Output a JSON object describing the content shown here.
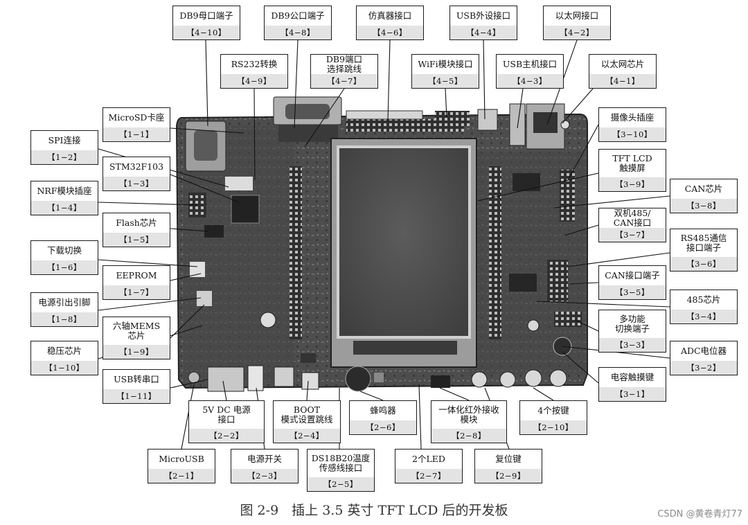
{
  "figure": {
    "caption": "图 2-9　插上 3.5 英寸 TFT LCD 后的开发板",
    "watermark": "CSDN @黄卷青灯77",
    "colors": {
      "board": "#4a4a4a",
      "board_dark": "#2a2a2a",
      "lcd": "#505050",
      "frame": "#d8d8d8",
      "label_code_bg": "#e3e3e3"
    }
  },
  "labels": [
    {
      "id": "db9-female",
      "name": "DB9母口端子",
      "code": "【4−10】"
    },
    {
      "id": "db9-male",
      "name": "DB9公口端子",
      "code": "【4−8】"
    },
    {
      "id": "emulator",
      "name": "仿真器接口",
      "code": "【4−6】"
    },
    {
      "id": "usb-device",
      "name": "USB外设接口",
      "code": "【4−4】"
    },
    {
      "id": "ethernet-port",
      "name": "以太网接口",
      "code": "【4−2】"
    },
    {
      "id": "rs232",
      "name": "RS232转换",
      "code": "【4−9】"
    },
    {
      "id": "db9-jumper",
      "name": "DB9端口\n选择跳线",
      "code": "【4−7】"
    },
    {
      "id": "wifi",
      "name": "WiFi模块接口",
      "code": "【4−5】"
    },
    {
      "id": "usb-host",
      "name": "USB主机接口",
      "code": "【4−3】"
    },
    {
      "id": "ethernet-chip",
      "name": "以太网芯片",
      "code": "【4−1】"
    },
    {
      "id": "microsd",
      "name": "MicroSD卡座",
      "code": "【1−1】"
    },
    {
      "id": "spi",
      "name": "SPI连接",
      "code": "【1−2】"
    },
    {
      "id": "stm32",
      "name": "STM32F103",
      "code": "【1−3】"
    },
    {
      "id": "nrf",
      "name": "NRF模块插座",
      "code": "【1−4】"
    },
    {
      "id": "flash",
      "name": "Flash芯片",
      "code": "【1−5】"
    },
    {
      "id": "download",
      "name": "下载切换",
      "code": "【1−6】"
    },
    {
      "id": "eeprom",
      "name": "EEPROM",
      "code": "【1−7】"
    },
    {
      "id": "power-pins",
      "name": "电源引出引脚",
      "code": "【1−8】"
    },
    {
      "id": "mems",
      "name": "六轴MEMS\n芯片",
      "code": "【1−9】"
    },
    {
      "id": "regulator",
      "name": "稳压芯片",
      "code": "【1−10】"
    },
    {
      "id": "usb-serial",
      "name": "USB转串口",
      "code": "【1−11】"
    },
    {
      "id": "camera",
      "name": "摄像头插座",
      "code": "【3−10】"
    },
    {
      "id": "tft-touch",
      "name": "TFT LCD\n触摸屏",
      "code": "【3−9】"
    },
    {
      "id": "can-chip",
      "name": "CAN芯片",
      "code": "【3−8】"
    },
    {
      "id": "dual-485-can",
      "name": "双机485/\nCAN接口",
      "code": "【3−7】"
    },
    {
      "id": "rs485-term",
      "name": "RS485通信\n接口端子",
      "code": "【3−6】"
    },
    {
      "id": "can-term",
      "name": "CAN接口端子",
      "code": "【3−5】"
    },
    {
      "id": "chip-485",
      "name": "485芯片",
      "code": "【3−4】"
    },
    {
      "id": "multi-switch",
      "name": "多功能\n切换端子",
      "code": "【3−3】"
    },
    {
      "id": "adc-pot",
      "name": "ADC电位器",
      "code": "【3−2】"
    },
    {
      "id": "cap-touch",
      "name": "电容触摸键",
      "code": "【3−1】"
    },
    {
      "id": "dc-jack",
      "name": "5V DC 电源\n接口",
      "code": "【2−2】"
    },
    {
      "id": "boot",
      "name": "BOOT\n模式设置跳线",
      "code": "【2−4】"
    },
    {
      "id": "buzzer",
      "name": "蜂鸣器",
      "code": "【2−6】"
    },
    {
      "id": "ir",
      "name": "一体化红外接收\n模块",
      "code": "【2−8】"
    },
    {
      "id": "keys",
      "name": "4个按键",
      "code": "【2−10】"
    },
    {
      "id": "microusb",
      "name": "MicroUSB",
      "code": "【2−1】"
    },
    {
      "id": "power-switch",
      "name": "电源开关",
      "code": "【2−3】"
    },
    {
      "id": "ds18b20",
      "name": "DS18B20温度\n传感线接口",
      "code": "【2−5】"
    },
    {
      "id": "leds",
      "name": "2个LED",
      "code": "【2−7】"
    },
    {
      "id": "reset",
      "name": "复位键",
      "code": "【2−9】"
    }
  ]
}
